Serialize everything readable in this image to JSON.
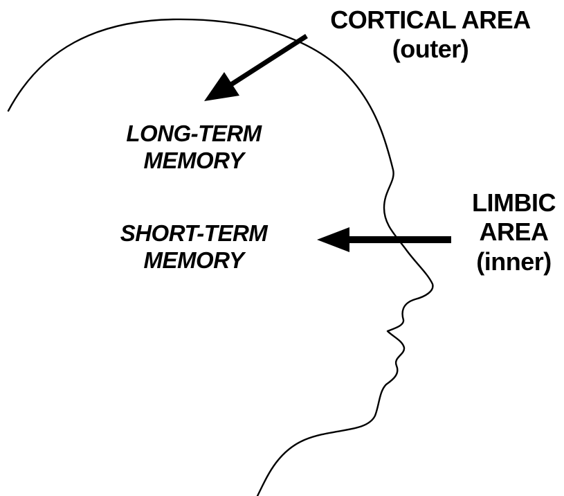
{
  "labels": {
    "cortical": {
      "line1": "CORTICAL AREA",
      "line2": "(outer)"
    },
    "limbic": {
      "line1": "LIMBIC",
      "line2": "AREA",
      "line3": "(inner)"
    },
    "long_term": {
      "line1": "LONG-TERM",
      "line2": "MEMORY"
    },
    "short_term": {
      "line1": "SHORT-TERM",
      "line2": "MEMORY"
    }
  },
  "colors": {
    "ink": "#000000",
    "background": "#ffffff"
  }
}
